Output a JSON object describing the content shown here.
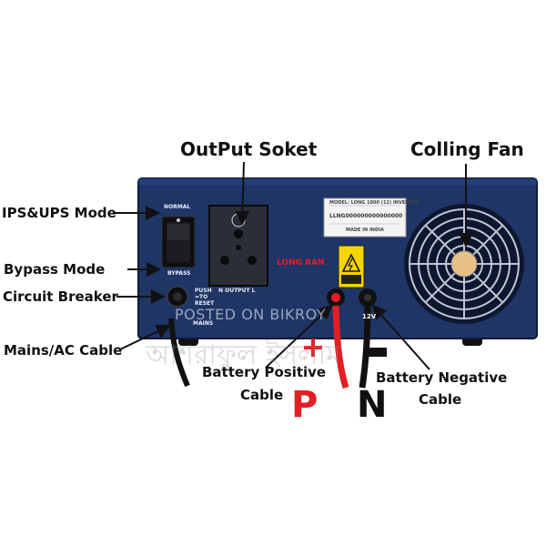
{
  "labels": {
    "output_socket": "OutPut Soket",
    "cooling_fan": "Colling Fan",
    "ips_ups_mode": "IPS&UPS Mode",
    "bypass_mode": "Bypass Mode",
    "circuit_breaker": "Circuit Breaker",
    "mains_cable": "Mains/AC Cable",
    "battery_positive_line1": "Battery Positive",
    "battery_positive_line2": "Cable",
    "battery_negative_line1": "Battery Negative",
    "battery_negative_line2": "Cable",
    "positive_letter": "P",
    "negative_letter": "N"
  },
  "panel_text": {
    "normal": "NORMAL",
    "bypass": "BYPASS",
    "push_to_reset_1": "PUSH",
    "push_to_reset_2": "=TO",
    "push_to_reset_3": "RESET",
    "n_output_l": "N   OUTPUT   L",
    "mains": "MAINS",
    "brand": "LONG RAN",
    "model_line": "MODEL: LONG 1000 (12) INVERTER",
    "serial_line": "LLNG000000000000000",
    "made_in": "MADE IN INDIA",
    "voltage": "12V"
  },
  "watermark": {
    "posted": "POSTED ON BIKROY",
    "bengali": "আশরাফুল ইসলাম"
  },
  "colors": {
    "panel": "#1e3566",
    "panel_dark": "#142548",
    "positive": "#e31e24",
    "negative": "#111111",
    "caution_yellow": "#f5d400"
  }
}
